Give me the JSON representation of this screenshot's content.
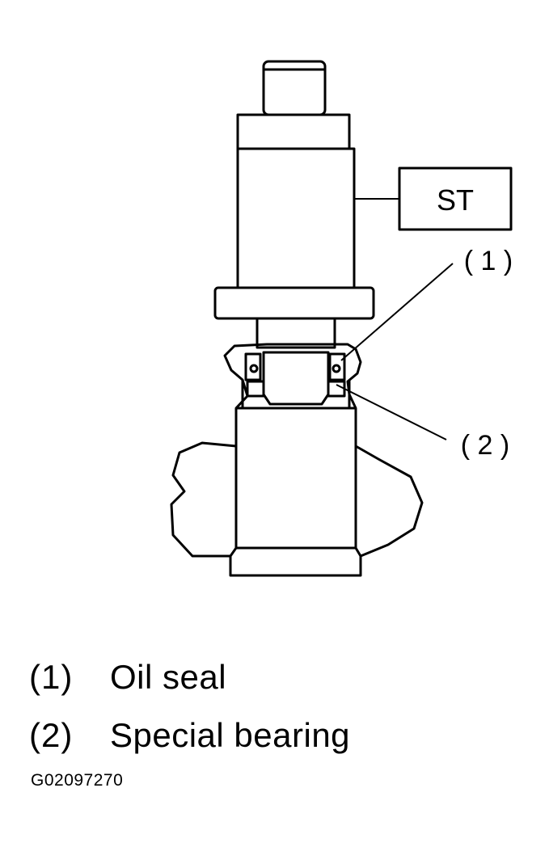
{
  "diagram": {
    "callouts": {
      "st": "ST",
      "one": "( 1 )",
      "two": "( 2 )"
    }
  },
  "legend": [
    {
      "number": "(1)",
      "label": "Oil seal"
    },
    {
      "number": "(2)",
      "label": "Special bearing"
    }
  ],
  "figure_id": "G02097270"
}
